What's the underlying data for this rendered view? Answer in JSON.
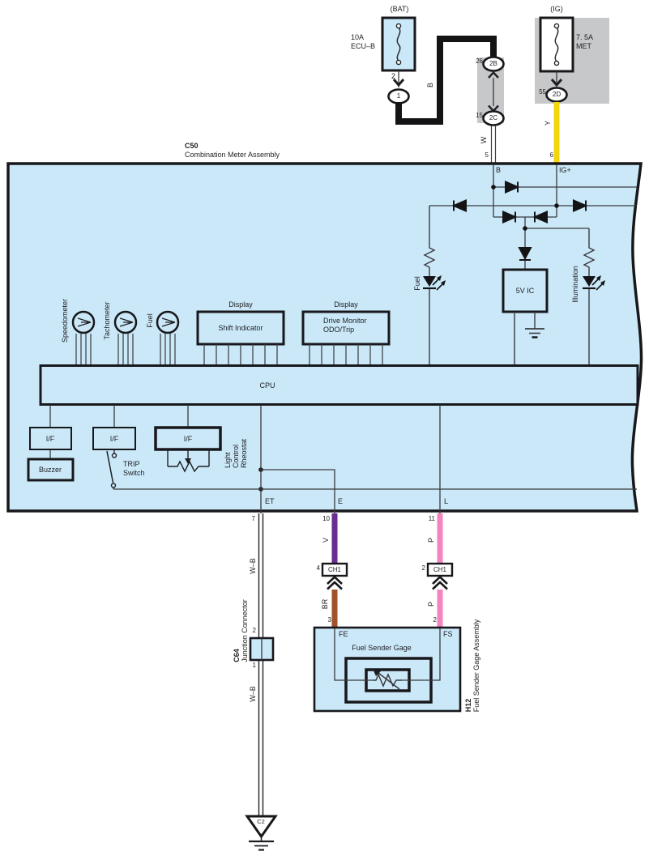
{
  "colors": {
    "block_fill": "#cae8f8",
    "gray_bg": "#c7c8ca",
    "yellow": "#f2d60c",
    "purple": "#6a2c91",
    "brown": "#a0522d",
    "pink": "#f483bf",
    "wire": "#3a3a3e",
    "border": "#18181c"
  },
  "power": {
    "bat": {
      "title": "(BAT)",
      "amp": "10A",
      "name": "ECU–B",
      "pin": "2",
      "node": "1",
      "wire": "B"
    },
    "ig": {
      "title": "(IG)",
      "amp": "7. 5A",
      "name": "MET",
      "pin": "55",
      "conn": "2D",
      "wire": "Y",
      "meter_pin": "6"
    },
    "j2b": {
      "pin": "26",
      "label": "2B"
    },
    "j2c": {
      "pin": "15",
      "label": "2C",
      "wire": "W",
      "meter_pin": "5"
    }
  },
  "meter": {
    "code": "C50",
    "title": "Combination Meter Assembly",
    "b_label": "B",
    "ig_label": "IG+",
    "fuel_led": "Fuel",
    "illumination_led": "Illumination",
    "ic": "5V IC",
    "gauges": [
      "Speedometer",
      "Tachometer",
      "Fuel"
    ],
    "display_caption": "Display",
    "display1": {
      "label": "Shift Indicator"
    },
    "display2": {
      "line1": "Drive Monitor",
      "line2": "ODO/Trip"
    },
    "cpu": "CPU",
    "if_label": "I/F",
    "buzzer": "Buzzer",
    "trip_line1": "TRIP",
    "trip_line2": "Switch",
    "rheostat": [
      "Light",
      "Control",
      "Rheostat"
    ],
    "pins": {
      "et": "ET",
      "e": "E",
      "l": "L"
    }
  },
  "harness": {
    "pin7": "7",
    "pin10": "10",
    "pin11": "11",
    "wb": "W–B",
    "v": "V",
    "p": "P",
    "br": "BR",
    "ch1_left": {
      "pin": "4",
      "label": "CH1"
    },
    "ch1_right": {
      "pin": "2",
      "label": "CH1"
    },
    "pin3": "3",
    "pin2": "2"
  },
  "junction": {
    "code": "C64",
    "name": "Junction Connector",
    "pin_top": "2",
    "pin_bottom": "1"
  },
  "sender": {
    "code": "H12",
    "name": "Fuel Sender Gage Assembly",
    "fe": "FE",
    "fs": "FS",
    "label": "Fuel Sender Gage"
  },
  "ground": {
    "label": "C2"
  }
}
